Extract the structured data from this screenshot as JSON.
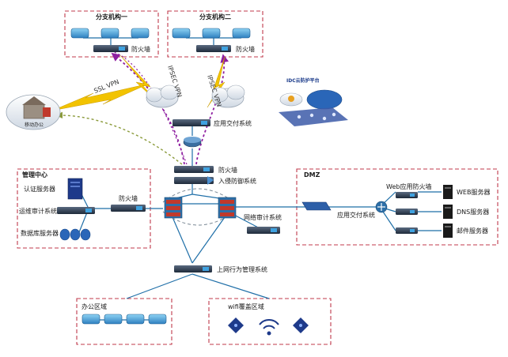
{
  "branch1": {
    "title": "分支机构一",
    "firewall_label": "防火墙"
  },
  "branch2": {
    "title": "分支机构二",
    "firewall_label": "防火墙"
  },
  "vpn": {
    "ssl": "SSL VPN",
    "ipsec1": "IPSEC VPN",
    "ipsec2": "IPSEC VPN"
  },
  "cloud_platform": {
    "label": "IDC云防护平台"
  },
  "remote_office": {
    "label": "移动办公"
  },
  "core": {
    "app_delivery": "应用交付系统",
    "firewall": "防火墙",
    "ips": "入侵防御系统",
    "audit": "网络审计系统",
    "behavior": "上网行为管理系统"
  },
  "mgmt": {
    "title": "管理中心",
    "auth_server": "认证服务器",
    "ops_audit": "运维审计系统",
    "db_server": "数据库服务器",
    "firewall": "防火墙"
  },
  "dmz": {
    "title": "DMZ",
    "waf": "Web应用防火墙",
    "app_delivery": "应用交付系统",
    "web_server": "WEB服务器",
    "dns_server": "DNS服务器",
    "mail_server": "邮件服务器"
  },
  "office": {
    "title": "办公区域"
  },
  "wifi": {
    "title": "wifi覆盖区域"
  },
  "colors": {
    "zone_border": "#c0394b",
    "link": "#1f6fa8",
    "ssl_dash": "#8a9a3a",
    "ipsec_dash": "#8e1fa0",
    "lightning": "#f2c300"
  }
}
